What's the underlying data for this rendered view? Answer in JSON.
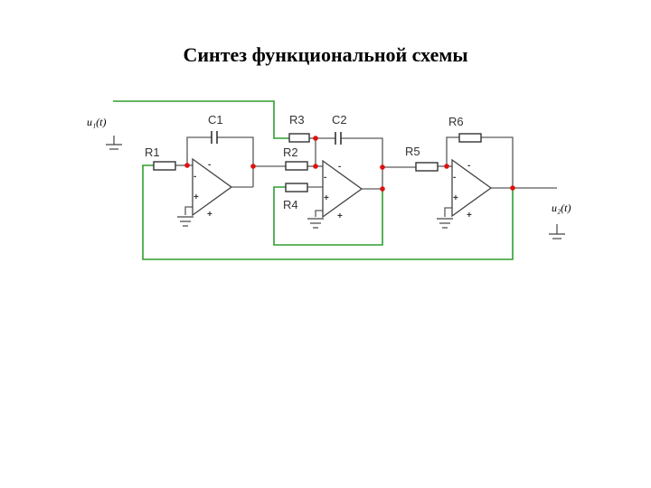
{
  "title": "Синтез функциональной схемы",
  "components": {
    "R1": "R1",
    "R2": "R2",
    "R3": "R3",
    "R4": "R4",
    "R5": "R5",
    "R6": "R6",
    "C1": "C1",
    "C2": "C2"
  },
  "io": {
    "input": "u₁(t)",
    "output": "u₂(t)"
  },
  "pins": {
    "minus": "-",
    "plus": "+"
  },
  "colors": {
    "wire": "#5a5a5a",
    "feedback_wire": "#2e9e2e",
    "node": "#e01010"
  }
}
